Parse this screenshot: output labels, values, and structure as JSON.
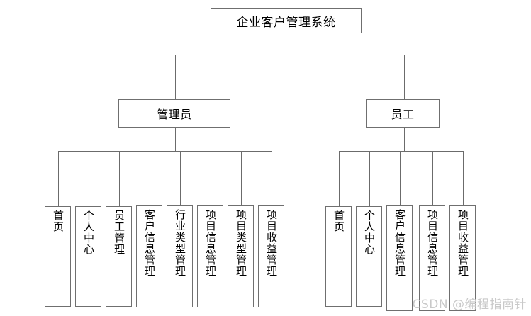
{
  "diagram": {
    "type": "organization-hierarchy-tree",
    "root": {
      "label": "企业客户管理系统"
    },
    "roles": [
      {
        "label": "管理员"
      },
      {
        "label": "员工"
      }
    ],
    "admin_modules": [
      {
        "label": "首页"
      },
      {
        "label": "个人中心"
      },
      {
        "label": "员工管理"
      },
      {
        "label": "客户信息管理"
      },
      {
        "label": "行业类型管理"
      },
      {
        "label": "项目信息管理"
      },
      {
        "label": "项目类型管理"
      },
      {
        "label": "项目收益管理"
      }
    ],
    "employee_modules": [
      {
        "label": "首页"
      },
      {
        "label": "个人中心"
      },
      {
        "label": "客户信息管理"
      },
      {
        "label": "项目信息管理"
      },
      {
        "label": "项目收益管理"
      }
    ]
  },
  "watermark": {
    "text": "CSDN @编程指南针"
  },
  "colors": {
    "line": "#6b6b6b",
    "border": "#6f6f6f",
    "text": "#000000",
    "background": "#ffffff",
    "watermark": "#c9c9c9"
  }
}
